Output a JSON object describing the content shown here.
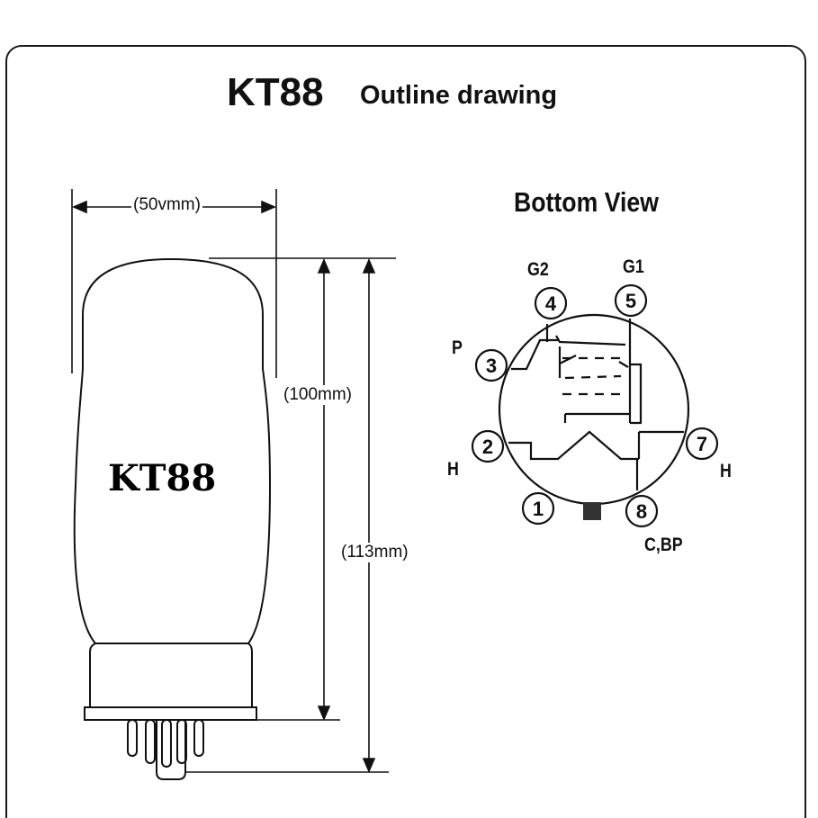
{
  "title": {
    "main": "KT88",
    "sub": "Outline drawing"
  },
  "dimensions": {
    "diameter": "(50vmm)",
    "body_height": "(100mm)",
    "overall_height": "(113mm)"
  },
  "tube_label": "KT88",
  "bottom_view": {
    "title": "Bottom View",
    "pins": [
      {
        "number": "1",
        "label": ""
      },
      {
        "number": "2",
        "label": "H"
      },
      {
        "number": "3",
        "label": "P"
      },
      {
        "number": "4",
        "label": "G2"
      },
      {
        "number": "5",
        "label": "G1"
      },
      {
        "number": "7",
        "label": "H"
      },
      {
        "number": "8",
        "label": "C,BP"
      }
    ]
  }
}
